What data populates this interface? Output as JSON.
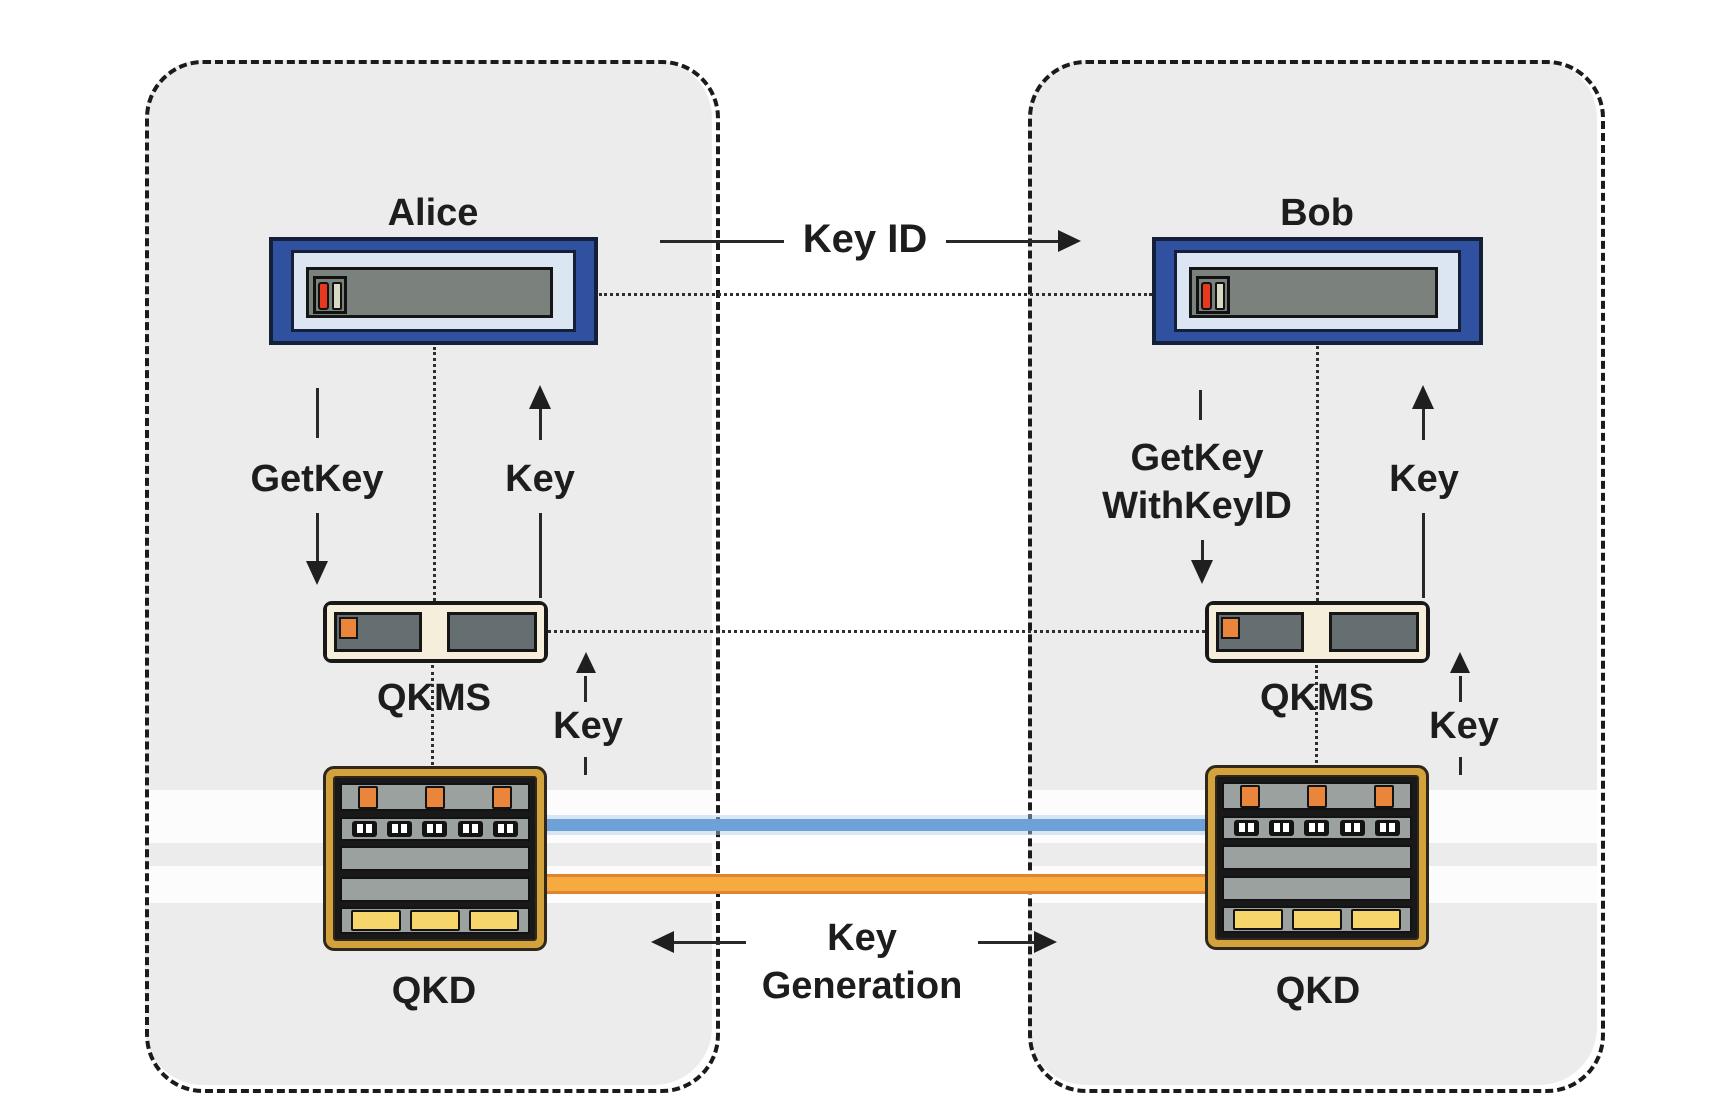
{
  "left_zone": {
    "title": "Alice",
    "getkey_arrow_label": "GetKey",
    "key_arrow_label": "Key",
    "kms_label": "QKMS",
    "kms_key_arrow_label": "Key",
    "qkd_label": "QKD"
  },
  "right_zone": {
    "title": "Bob",
    "getkey_arrow_label_line1": "GetKey",
    "getkey_arrow_label_line2": "WithKeyID",
    "key_arrow_label": "Key",
    "kms_label": "QKMS",
    "kms_key_arrow_label": "Key",
    "qkd_label": "QKD"
  },
  "channels": {
    "key_id_label": "Key ID",
    "key_generation_label_line1": "Key",
    "key_generation_label_line2": "Generation"
  },
  "colors": {
    "zone_fill": "#ececec",
    "server_frame_blue": "#30519f",
    "kms_faceplate_cream": "#f4eeda",
    "qkd_frame_gold": "#d3a23c",
    "classical_channel_blue": "#6ca2d8",
    "quantum_channel_orange": "#f5ab40",
    "led_red": "#e6391f",
    "led_orange": "#e9863b",
    "bay_yellow": "#f6d66b"
  }
}
